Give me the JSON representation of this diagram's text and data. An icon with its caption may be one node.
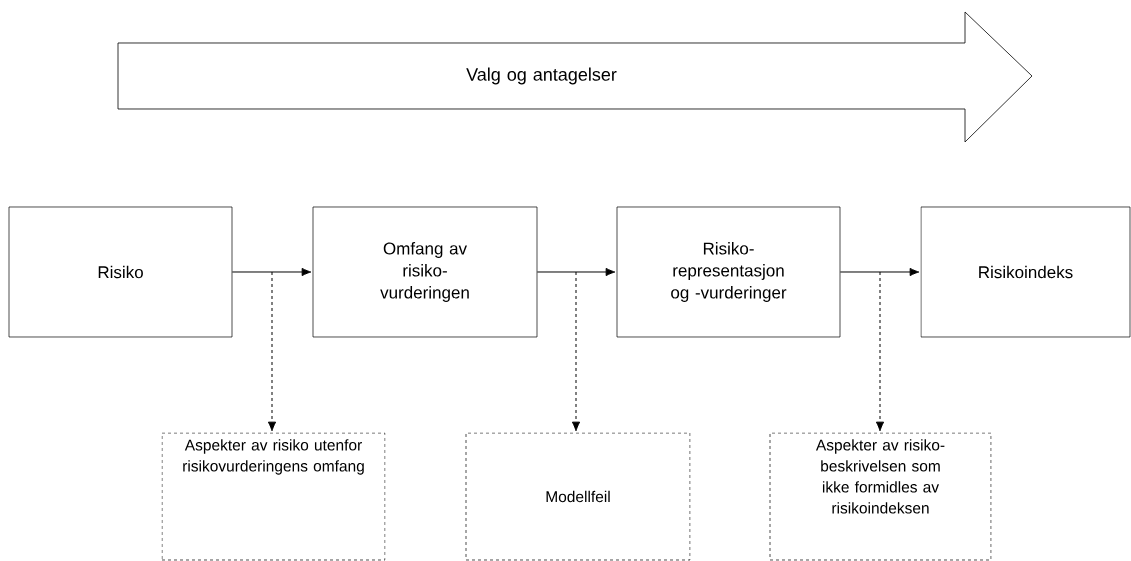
{
  "diagram": {
    "nodes": [
      {
        "text": [
          "Valg og antagelser"
        ]
      },
      {
        "text": [
          "Risiko"
        ]
      },
      {
        "text": [
          "Omfang av risiko- vurderingen"
        ]
      },
      {
        "text": [
          "Risiko- representasjon og -vurderinger"
        ]
      },
      {
        "text": [
          "Risikoindeks"
        ]
      },
      {
        "text": [
          "Aspekter av risiko utenfor risikovurderingens omfang"
        ]
      },
      {
        "text": [
          "Modellfeil"
        ]
      },
      {
        "text": [
          "Aspekter av risiko- beskrivelsen som ikke formidles av risikoindeksen"
        ]
      }
    ],
    "edges": [
      {
        "from": 1,
        "to": 2,
        "arrow": "to"
      },
      {
        "from": 2,
        "to": 3,
        "arrow": "to"
      },
      {
        "from": 3,
        "to": 4,
        "arrow": "to"
      },
      {
        "from": null,
        "to": 5,
        "arrow": "to",
        "style": "dashed"
      },
      {
        "from": null,
        "to": 6,
        "arrow": "to",
        "style": "dashed"
      },
      {
        "from": null,
        "to": 7,
        "arrow": "to",
        "style": "dashed"
      }
    ]
  }
}
